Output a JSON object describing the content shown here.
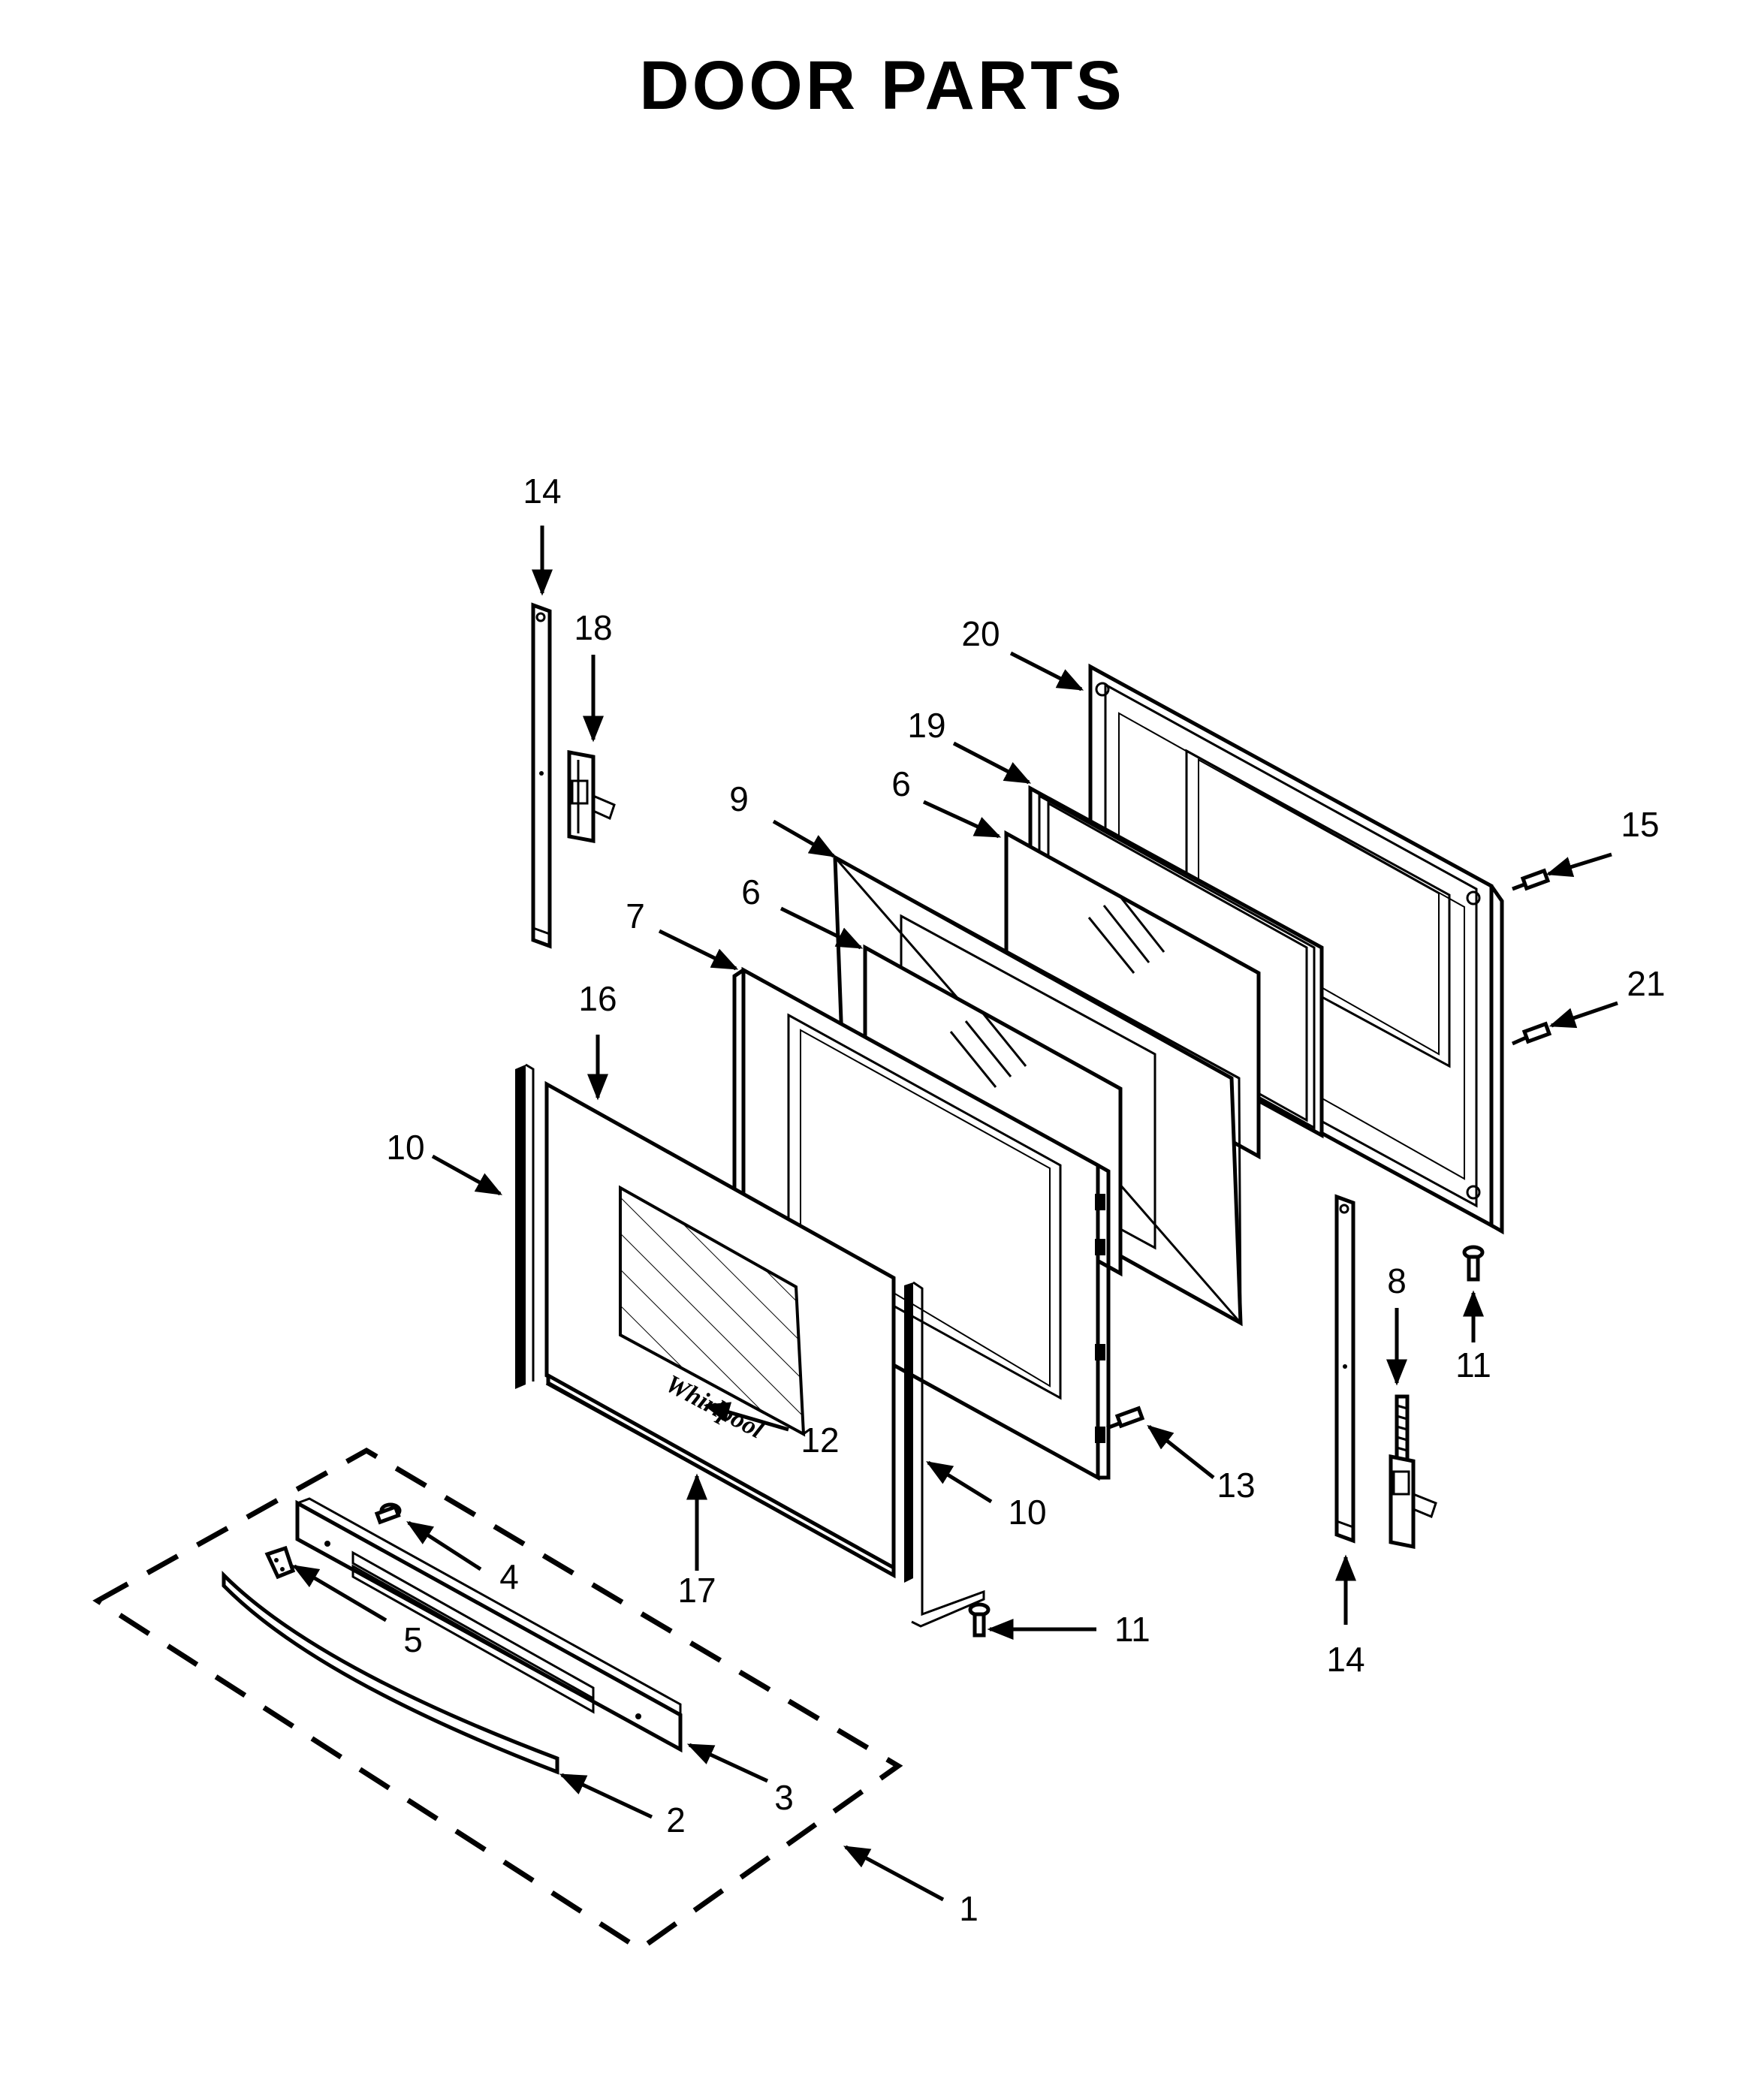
{
  "title": "DOOR PARTS",
  "callouts": [
    {
      "id": "c14a",
      "label": "14"
    },
    {
      "id": "c18",
      "label": "18"
    },
    {
      "id": "c20",
      "label": "20"
    },
    {
      "id": "c19",
      "label": "19"
    },
    {
      "id": "c9",
      "label": "9"
    },
    {
      "id": "c6a",
      "label": "6"
    },
    {
      "id": "c6b",
      "label": "6"
    },
    {
      "id": "c7",
      "label": "7"
    },
    {
      "id": "c15",
      "label": "15"
    },
    {
      "id": "c21",
      "label": "21"
    },
    {
      "id": "c16",
      "label": "16"
    },
    {
      "id": "c10a",
      "label": "10"
    },
    {
      "id": "c11a",
      "label": "11"
    },
    {
      "id": "c8",
      "label": "8"
    },
    {
      "id": "c12",
      "label": "12"
    },
    {
      "id": "c13",
      "label": "13"
    },
    {
      "id": "c10b",
      "label": "10"
    },
    {
      "id": "c4",
      "label": "4"
    },
    {
      "id": "c17",
      "label": "17"
    },
    {
      "id": "c5",
      "label": "5"
    },
    {
      "id": "c11b",
      "label": "11"
    },
    {
      "id": "c14b",
      "label": "14"
    },
    {
      "id": "c3",
      "label": "3"
    },
    {
      "id": "c2",
      "label": "2"
    },
    {
      "id": "c1",
      "label": "1"
    }
  ]
}
